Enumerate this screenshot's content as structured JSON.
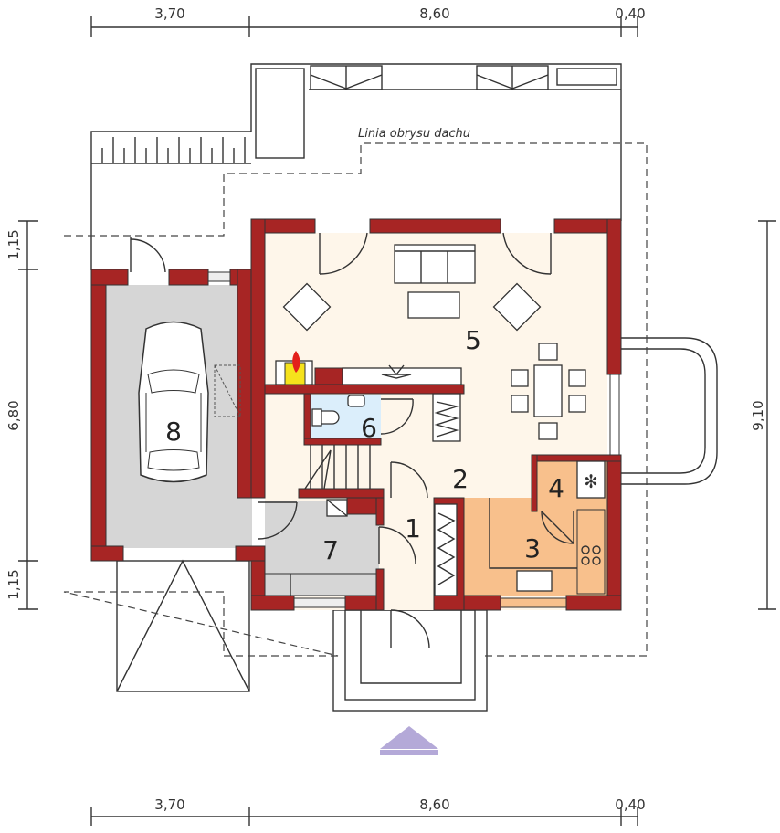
{
  "dimensions": {
    "top": [
      "3,70",
      "8,60",
      "0,40"
    ],
    "bottom": [
      "3,70",
      "8,60",
      "0,40"
    ],
    "left": [
      "1,15",
      "6,80",
      "1,15"
    ],
    "right": [
      "9,10"
    ]
  },
  "roof_outline_label": "Linia obrysu dachu",
  "rooms": {
    "r1": "1",
    "r2": "2",
    "r3": "3",
    "r4": "4",
    "r5": "5",
    "r6": "6",
    "r7": "7",
    "r8": "8"
  },
  "colors": {
    "wall": "#a72524",
    "living": "#fef6ea",
    "bath": "#dbeefb",
    "kitchen": "#f8c08c",
    "garage": "#d6d6d6",
    "entrance_arrow": "#b4a9d8",
    "fire": "#f5e21c"
  }
}
